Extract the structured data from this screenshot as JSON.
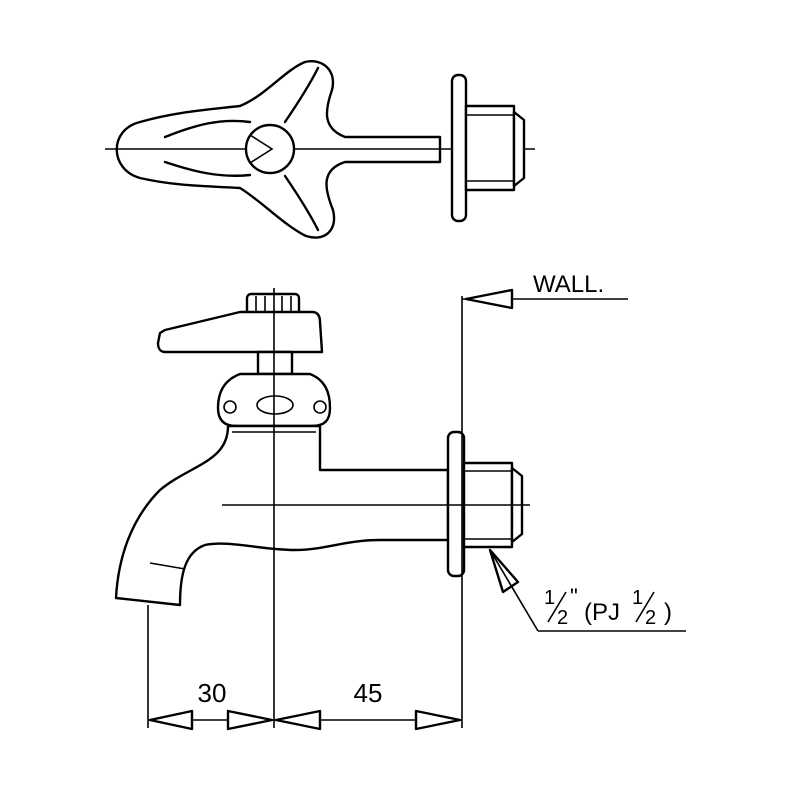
{
  "labels": {
    "wall": "WALL.",
    "thread_size": "1/2\"(PJ1/2)",
    "thread_size_parts": {
      "size_whole": "1",
      "size_den": "2",
      "size_quote": "\"",
      "spec_open": "(PJ",
      "spec_num": "1",
      "spec_den": "2",
      "spec_close": ")"
    },
    "dim_spout": "30",
    "dim_wall": "45"
  }
}
